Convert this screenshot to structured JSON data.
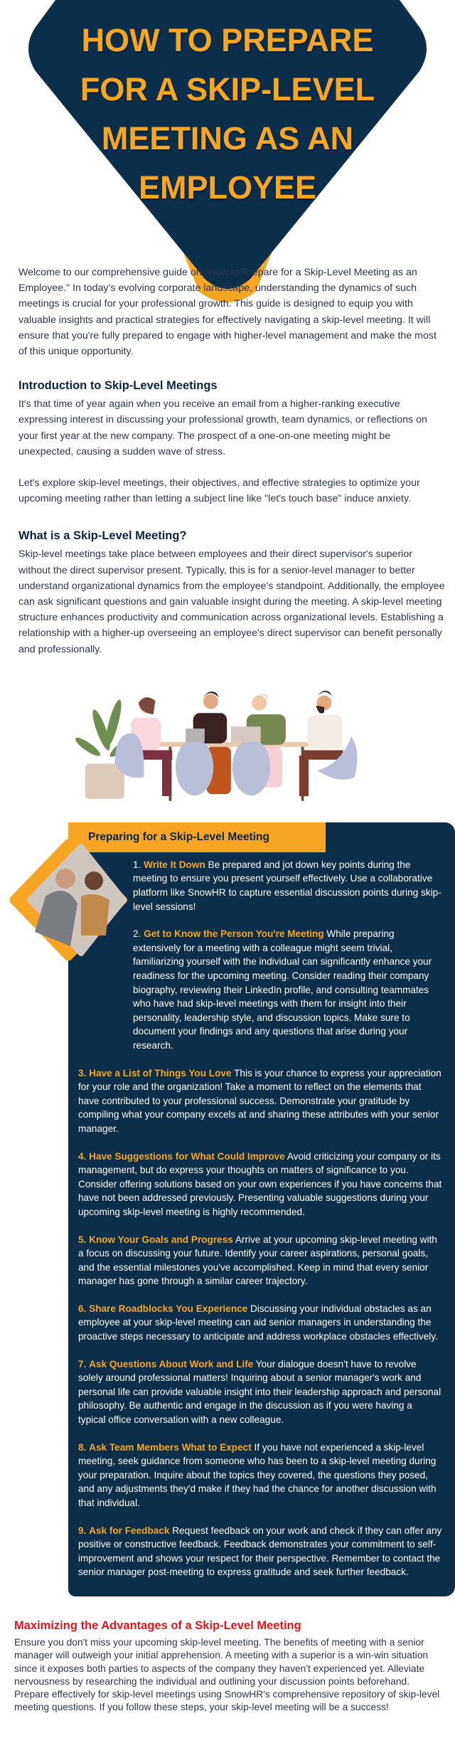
{
  "header": {
    "title_lines": [
      "HOW TO PREPARE",
      "FOR A SKIP-LEVEL",
      "MEETING AS AN",
      "EMPLOYEE"
    ],
    "colors": {
      "navy": "#0b2e4b",
      "orange": "#f6a623"
    }
  },
  "intro": "Welcome to our comprehensive guide on \"How to Prepare for a Skip-Level Meeting as an Employee.\" In today’s evolving corporate landscape, understanding the dynamics of such meetings is crucial for your professional growth. This guide is designed to equip you with valuable insights and practical strategies for effectively navigating a skip-level meeting. It will ensure that you're fully prepared to engage with higher-level management and make the most of this unique opportunity.",
  "section_intro": {
    "heading": "Introduction to Skip-Level Meetings",
    "para1": "It's that time of year again when you receive an email from a higher-ranking executive expressing interest in discussing your professional growth, team dynamics, or reflections on your first year at the new company. The prospect of a one-on-one meeting might be unexpected, causing a sudden wave of stress.",
    "para2": "Let's explore skip-level meetings, their objectives, and effective strategies to optimize your upcoming meeting rather than letting a subject line like \"let's touch base\" induce anxiety."
  },
  "section_what": {
    "heading": "What is a Skip-Level Meeting?",
    "para": "Skip-level meetings take place between employees and their direct supervisor's superior without the direct supervisor present. Typically, this is for a senior-level manager to better understand organizational dynamics from the employee's standpoint. Additionally, the employee can ask significant questions and gain valuable insight during the meeting. A skip-level meeting structure enhances productivity and communication across organizational levels. Establishing a relationship with a higher-up overseeing an employee's direct supervisor can benefit personally and professionally."
  },
  "illustration": "team-meeting-illustration",
  "preparing": {
    "heading": "Preparing for a Skip-Level Meeting",
    "photo": "colleagues-photo",
    "items": [
      {
        "num": "1.",
        "label": "Write It Down",
        "text": "Be prepared and jot down key points during the meeting to ensure you present yourself effectively. Use a collaborative platform like SnowHR to capture essential discussion points during skip-level sessions!"
      },
      {
        "num": "2.",
        "label": "Get to Know the Person You're Meeting",
        "text": "While preparing extensively for a meeting with a colleague might seem trivial, familiarizing yourself with the individual can significantly enhance your readiness for the upcoming meeting. Consider reading their company biography, reviewing their LinkedIn profile, and consulting teammates who have had skip-level meetings with them for insight into their personality, leadership style, and discussion topics. Make sure to document your findings and any questions that arise during your research."
      },
      {
        "num": "3.",
        "label": "Have a List of Things You Love",
        "text": "This is your chance to express your appreciation for your role and the organization! Take a moment to reflect on the elements that have contributed to your professional success. Demonstrate your gratitude by compiling what your company excels at and sharing these attributes with your senior manager."
      },
      {
        "num": "4.",
        "label": "Have Suggestions for What Could Improve",
        "text": "Avoid criticizing your company or its management, but do express your thoughts on matters of significance to you. Consider offering solutions based on your own experiences if you have concerns that have not been addressed previously. Presenting valuable suggestions during your upcoming skip-level meeting is highly recommended."
      },
      {
        "num": "5.",
        "label": "Know Your Goals and Progress",
        "text": "Arrive at your upcoming skip-level meeting with a focus on discussing your future. Identify your career aspirations, personal goals, and the essential milestones you've accomplished. Keep in mind that every senior manager has gone through a similar career trajectory."
      },
      {
        "num": "6.",
        "label": "Share Roadblocks You Experience",
        "text": "Discussing your individual obstacles as an employee at your skip-level meeting can aid senior managers in understanding the proactive steps necessary to anticipate and address workplace obstacles effectively."
      },
      {
        "num": "7.",
        "label": "Ask Questions About Work and Life",
        "text": "Your dialogue doesn't have to revolve solely around professional matters! Inquiring about a senior manager's work and personal life can provide valuable insight into their leadership approach and personal philosophy. Be authentic and engage in the discussion as if you were having a typical office conversation with a new colleague."
      },
      {
        "num": "8.",
        "label": "Ask Team Members What to Expect",
        "text": "If you have not experienced a skip-level meeting, seek guidance from someone who has been to a skip-level meeting during your preparation. Inquire about the topics they covered, the questions they posed, and any adjustments they'd make if they had the chance for another discussion with that individual."
      },
      {
        "num": "9.",
        "label": "Ask for Feedback",
        "text": "Request feedback on your work and check if they can offer any positive or constructive feedback. Feedback demonstrates your commitment to self-improvement and shows your respect for their perspective. Remember to contact the senior manager post-meeting to express gratitude and seek further feedback."
      }
    ]
  },
  "maximizing": {
    "heading": "Maximizing the Advantages of a Skip-Level Meeting",
    "heading_color": "#e8141b",
    "para": "Ensure you don't miss your upcoming skip-level meeting. The benefits of meeting with a senior manager will outweigh your initial apprehension. A meeting with a superior is a win-win situation since it exposes both parties to aspects of the company they haven't experienced yet. Alleviate nervousness by researching the individual and outlining your discussion points beforehand. Prepare effectively for skip-level meetings using SnowHR's comprehensive repository of skip-level meeting questions. If you follow these steps, your skip-level meeting will be a success!"
  }
}
